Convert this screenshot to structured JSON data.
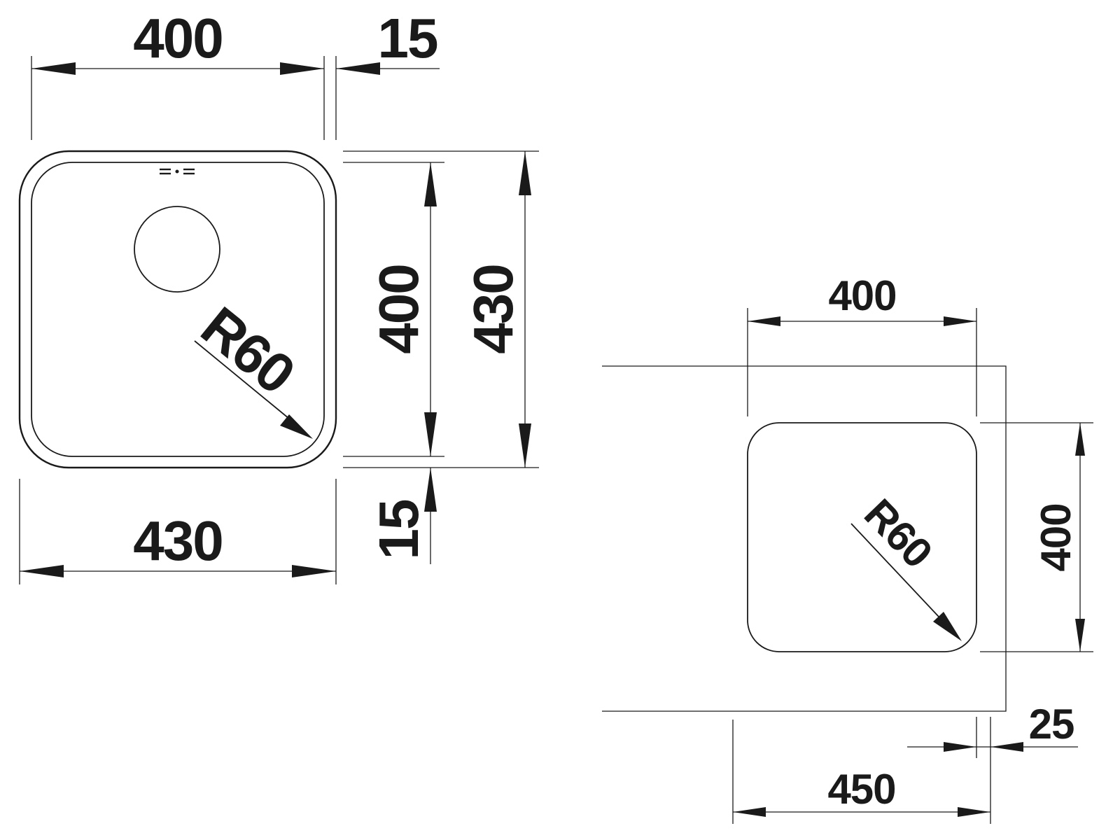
{
  "top_view": {
    "dim_inner_width": "400",
    "dim_flange": "15",
    "dim_inner_height": "400",
    "dim_outer_height": "430",
    "dim_outer_width": "430",
    "dim_bottom_flange": "15",
    "dim_radius": "R60"
  },
  "cutout_view": {
    "dim_width": "400",
    "dim_height": "400",
    "dim_radius": "R60",
    "dim_cabinet": "450",
    "dim_offset": "25"
  }
}
